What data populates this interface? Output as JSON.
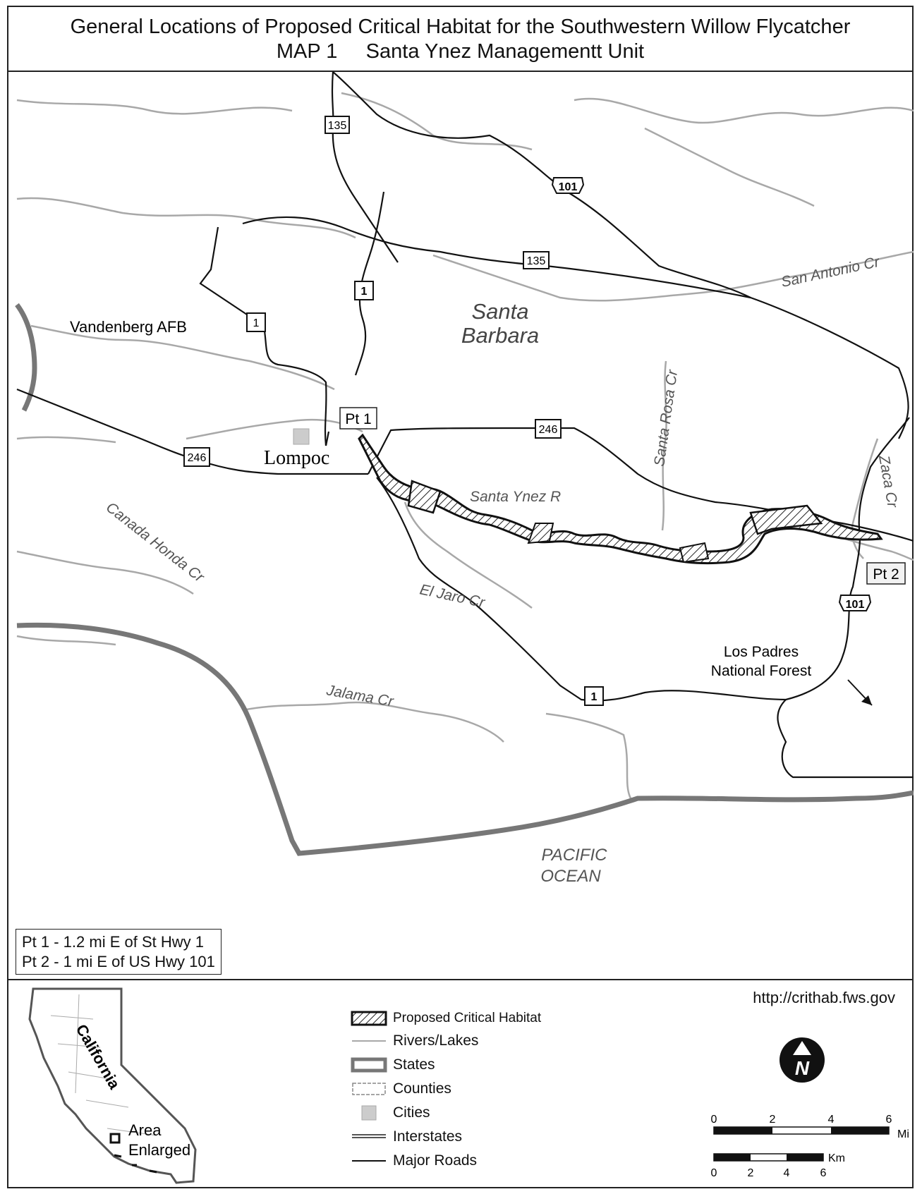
{
  "title": {
    "line1": "General Locations of Proposed Critical Habitat for the Southwestern Willow Flycatcher",
    "line2": "MAP 1     Santa Ynez Managementt Unit"
  },
  "map": {
    "county_label_1": "Santa",
    "county_label_2": "Barbara",
    "place_vandenberg": "Vandenberg AFB",
    "city_lompoc": "Lompoc",
    "forest_label_1": "Los Padres",
    "forest_label_2": "National Forest",
    "ocean_label_1": "PACIFIC",
    "ocean_label_2": "OCEAN",
    "rivers": {
      "san_antonio": "San Antonio Cr",
      "santa_rosa": "Santa Rosa Cr",
      "santa_ynez": "Santa Ynez R",
      "zaca": "Zaca Cr",
      "canada_honda": "Canada Honda Cr",
      "el_jaro": "El Jaro Cr",
      "jalama": "Jalama Cr"
    },
    "shields": {
      "hwy135_north": "135",
      "hwy101_north": "101",
      "hwy135_mid": "135",
      "hwy1_north": "1",
      "hwy1_west": "1",
      "hwy246_west": "246",
      "hwy246_east": "246",
      "hwy101_south": "101",
      "hwy1_south": "1"
    },
    "points": {
      "pt1": "Pt 1",
      "pt2": "Pt 2"
    },
    "notes": {
      "pt1": "Pt 1 - 1.2 mi E of St Hwy 1",
      "pt2": "Pt 2 - 1 mi E of US Hwy 101"
    }
  },
  "inset": {
    "state_label": "California",
    "area_label_1": "Area",
    "area_label_2": "Enlarged"
  },
  "legend": {
    "items": [
      {
        "label": "Proposed Critical Habitat",
        "symbol": "hatched-polygon"
      },
      {
        "label": "Rivers/Lakes",
        "symbol": "gray-line"
      },
      {
        "label": "States",
        "symbol": "thick-gray-outline"
      },
      {
        "label": "Counties",
        "symbol": "dashed-outline"
      },
      {
        "label": "Cities",
        "symbol": "gray-square"
      },
      {
        "label": "Interstates",
        "symbol": "double-line"
      },
      {
        "label": "Major Roads",
        "symbol": "black-line"
      }
    ]
  },
  "url": "http://crithab.fws.gov",
  "north_arrow": {
    "letter": "N",
    "icon": "north-arrow-icon"
  },
  "scale": {
    "mi_ticks": [
      "0",
      "2",
      "4",
      "6"
    ],
    "mi_unit": "Mi",
    "km_ticks": [
      "0",
      "2",
      "4",
      "6"
    ],
    "km_unit": "Km"
  },
  "colors": {
    "river": "#a8a8a8",
    "state_border": "#777777",
    "road": "#111111",
    "city": "#cccccc"
  }
}
